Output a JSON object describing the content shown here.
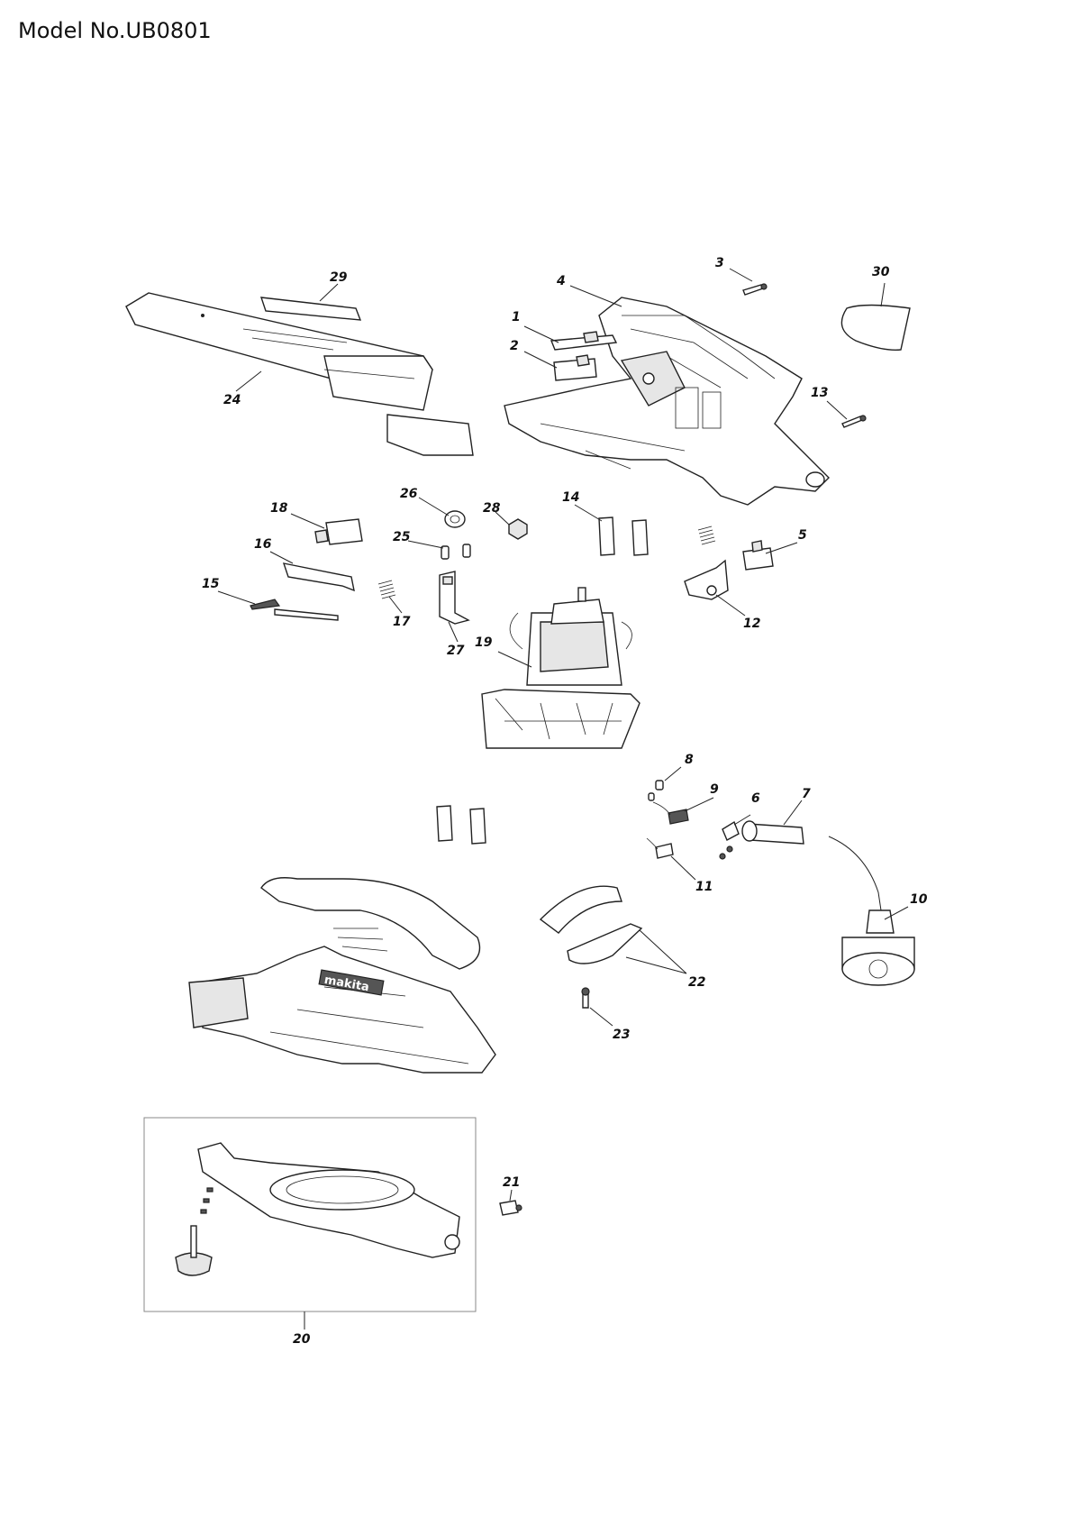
{
  "title": "Model No.UB0801",
  "diagram": {
    "labels": [
      "1",
      "2",
      "3",
      "4",
      "5",
      "6",
      "7",
      "8",
      "9",
      "10",
      "11",
      "12",
      "13",
      "14",
      "15",
      "16",
      "17",
      "18",
      "19",
      "20",
      "21",
      "22",
      "23",
      "24",
      "25",
      "26",
      "27",
      "28",
      "29",
      "30"
    ]
  }
}
